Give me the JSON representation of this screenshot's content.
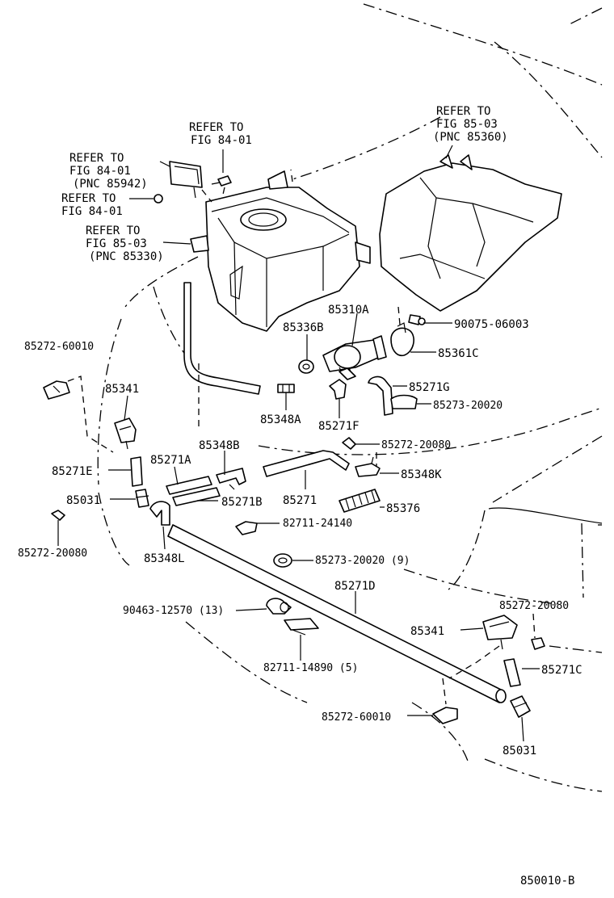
{
  "diagram_code": "850010-B",
  "labels": {
    "refer_84_01_a_1": "REFER TO",
    "refer_84_01_a_2": "FIG 84-01",
    "refer_84_01_pnc_1": "REFER TO",
    "refer_84_01_pnc_2": "FIG 84-01",
    "refer_84_01_pnc_3": "(PNC 85942)",
    "refer_84_01_b_1": "REFER TO",
    "refer_84_01_b_2": "FIG 84-01",
    "refer_85_03_a_1": "REFER TO",
    "refer_85_03_a_2": "FIG 85-03",
    "refer_85_03_a_3": "(PNC 85330)",
    "refer_85_03_b_1": "REFER TO",
    "refer_85_03_b_2": "FIG 85-03",
    "refer_85_03_b_3": "(PNC 85360)",
    "p85310A": "85310A",
    "p85336B": "85336B",
    "p90075": "90075-06003",
    "p85361C": "85361C",
    "p85272_60010_top": "85272-60010",
    "p85271G": "85271G",
    "p85273_20020": "85273-20020",
    "p85341_left": "85341",
    "p85348A": "85348A",
    "p85271F": "85271F",
    "p85348B": "85348B",
    "p85272_20080_mid": "85272-20080",
    "p85271E": "85271E",
    "p85271A": "85271A",
    "p85348K": "85348K",
    "p85031_left": "85031",
    "p85271": "85271",
    "p85271B": "85271B",
    "p85376": "85376",
    "p82711_24140": "82711-24140",
    "p85272_20080_left": "85272-20080",
    "p85348L": "85348L",
    "p85273_20020_9": "85273-20020 (9)",
    "p85271D": "85271D",
    "p85272_20080_right": "85272-20080",
    "p90463": "90463-12570 (13)",
    "p85341_right": "85341",
    "p85271C": "85271C",
    "p82711_14890": "82711-14890 (5)",
    "p85272_60010_bottom": "85272-60010",
    "p85031_right": "85031"
  }
}
